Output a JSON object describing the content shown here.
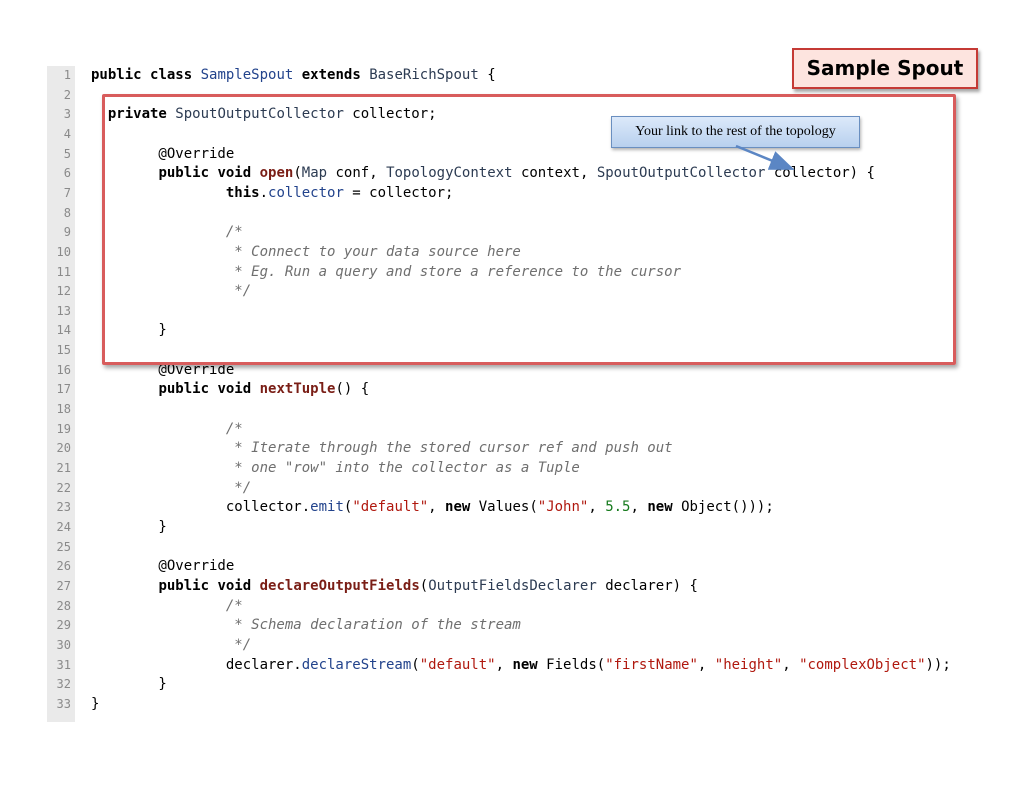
{
  "title": "Sample Spout",
  "callout": "Your link to the rest of the topology",
  "lines": [
    {
      "n": "1",
      "tokens": [
        {
          "t": "public ",
          "c": "k"
        },
        {
          "t": "class ",
          "c": "k"
        },
        {
          "t": "SampleSpout",
          "c": "mt"
        },
        {
          "t": " "
        },
        {
          "t": "extends ",
          "c": "k"
        },
        {
          "t": "BaseRichSpout",
          "c": "ty"
        },
        {
          "t": " {"
        }
      ]
    },
    {
      "n": "2",
      "tokens": []
    },
    {
      "n": "3",
      "tokens": [
        {
          "t": "  "
        },
        {
          "t": "private ",
          "c": "k"
        },
        {
          "t": "SpoutOutputCollector",
          "c": "ty"
        },
        {
          "t": " collector;"
        }
      ]
    },
    {
      "n": "4",
      "tokens": []
    },
    {
      "n": "5",
      "tokens": [
        {
          "t": "        @Override",
          "c": "an"
        }
      ]
    },
    {
      "n": "6",
      "tokens": [
        {
          "t": "        "
        },
        {
          "t": "public ",
          "c": "k"
        },
        {
          "t": "void ",
          "c": "k"
        },
        {
          "t": "open",
          "c": "fn"
        },
        {
          "t": "("
        },
        {
          "t": "Map",
          "c": "ty"
        },
        {
          "t": " conf, "
        },
        {
          "t": "TopologyContext",
          "c": "ty"
        },
        {
          "t": " context, "
        },
        {
          "t": "SpoutOutputCollector",
          "c": "ty"
        },
        {
          "t": " collector) {"
        }
      ]
    },
    {
      "n": "7",
      "tokens": [
        {
          "t": "                "
        },
        {
          "t": "this",
          "c": "k"
        },
        {
          "t": "."
        },
        {
          "t": "collector",
          "c": "mt"
        },
        {
          "t": " = collector;"
        }
      ]
    },
    {
      "n": "8",
      "tokens": []
    },
    {
      "n": "9",
      "tokens": [
        {
          "t": "                /*",
          "c": "cm"
        }
      ]
    },
    {
      "n": "10",
      "tokens": [
        {
          "t": "                 * Connect to your data source here",
          "c": "cm"
        }
      ]
    },
    {
      "n": "11",
      "tokens": [
        {
          "t": "                 * Eg. Run a query and store a reference to the cursor",
          "c": "cm"
        }
      ]
    },
    {
      "n": "12",
      "tokens": [
        {
          "t": "                 */",
          "c": "cm"
        }
      ]
    },
    {
      "n": "13",
      "tokens": []
    },
    {
      "n": "14",
      "tokens": [
        {
          "t": "        }"
        }
      ]
    },
    {
      "n": "15",
      "tokens": []
    },
    {
      "n": "16",
      "tokens": [
        {
          "t": "        @Override",
          "c": "an"
        }
      ]
    },
    {
      "n": "17",
      "tokens": [
        {
          "t": "        "
        },
        {
          "t": "public ",
          "c": "k"
        },
        {
          "t": "void ",
          "c": "k"
        },
        {
          "t": "nextTuple",
          "c": "fn"
        },
        {
          "t": "() {"
        }
      ]
    },
    {
      "n": "18",
      "tokens": []
    },
    {
      "n": "19",
      "tokens": [
        {
          "t": "                /*",
          "c": "cm"
        }
      ]
    },
    {
      "n": "20",
      "tokens": [
        {
          "t": "                 * Iterate through the stored cursor ref and push out",
          "c": "cm"
        }
      ]
    },
    {
      "n": "21",
      "tokens": [
        {
          "t": "                 * one \"row\" into the collector as a Tuple",
          "c": "cm"
        }
      ]
    },
    {
      "n": "22",
      "tokens": [
        {
          "t": "                 */",
          "c": "cm"
        }
      ]
    },
    {
      "n": "23",
      "tokens": [
        {
          "t": "                collector."
        },
        {
          "t": "emit",
          "c": "mt"
        },
        {
          "t": "("
        },
        {
          "t": "\"default\"",
          "c": "str"
        },
        {
          "t": ", "
        },
        {
          "t": "new ",
          "c": "k"
        },
        {
          "t": "Values("
        },
        {
          "t": "\"John\"",
          "c": "str"
        },
        {
          "t": ", "
        },
        {
          "t": "5.5",
          "c": "num"
        },
        {
          "t": ", "
        },
        {
          "t": "new ",
          "c": "k"
        },
        {
          "t": "Object()));"
        }
      ]
    },
    {
      "n": "24",
      "tokens": [
        {
          "t": "        }"
        }
      ]
    },
    {
      "n": "25",
      "tokens": []
    },
    {
      "n": "26",
      "tokens": [
        {
          "t": "        @Override",
          "c": "an"
        }
      ]
    },
    {
      "n": "27",
      "tokens": [
        {
          "t": "        "
        },
        {
          "t": "public ",
          "c": "k"
        },
        {
          "t": "void ",
          "c": "k"
        },
        {
          "t": "declareOutputFields",
          "c": "fn"
        },
        {
          "t": "("
        },
        {
          "t": "OutputFieldsDeclarer",
          "c": "ty"
        },
        {
          "t": " declarer) {"
        }
      ]
    },
    {
      "n": "28",
      "tokens": [
        {
          "t": "                /*",
          "c": "cm"
        }
      ]
    },
    {
      "n": "29",
      "tokens": [
        {
          "t": "                 * Schema declaration of the stream",
          "c": "cm"
        }
      ]
    },
    {
      "n": "30",
      "tokens": [
        {
          "t": "                 */",
          "c": "cm"
        }
      ]
    },
    {
      "n": "31",
      "tokens": [
        {
          "t": "                declarer."
        },
        {
          "t": "declareStream",
          "c": "mt"
        },
        {
          "t": "("
        },
        {
          "t": "\"default\"",
          "c": "str"
        },
        {
          "t": ", "
        },
        {
          "t": "new ",
          "c": "k"
        },
        {
          "t": "Fields("
        },
        {
          "t": "\"firstName\"",
          "c": "str"
        },
        {
          "t": ", "
        },
        {
          "t": "\"height\"",
          "c": "str"
        },
        {
          "t": ", "
        },
        {
          "t": "\"complexObject\"",
          "c": "str"
        },
        {
          "t": "));"
        }
      ]
    },
    {
      "n": "32",
      "tokens": [
        {
          "t": "        }"
        }
      ]
    },
    {
      "n": "33",
      "tokens": [
        {
          "t": "}"
        }
      ]
    }
  ]
}
